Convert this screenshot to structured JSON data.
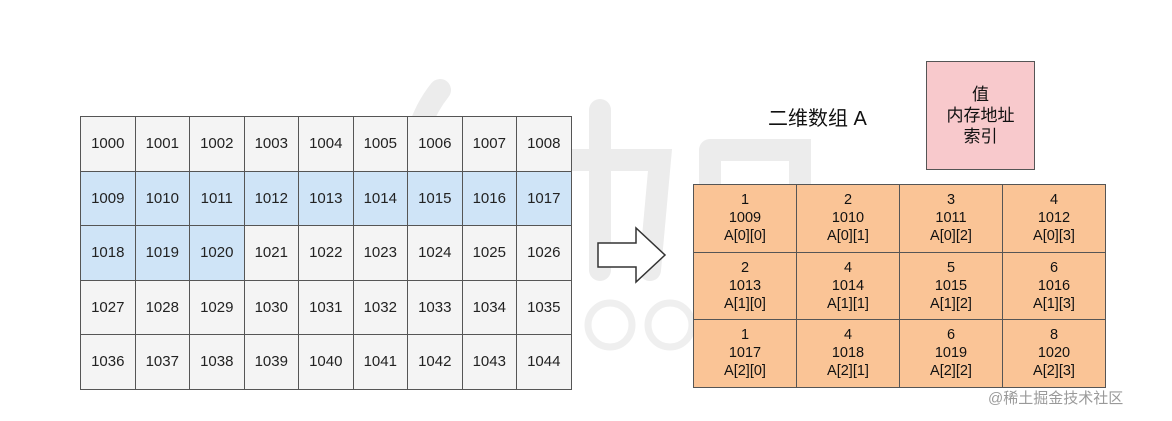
{
  "memory": {
    "cells": [
      "1000",
      "1001",
      "1002",
      "1003",
      "1004",
      "1005",
      "1006",
      "1007",
      "1008",
      "1009",
      "1010",
      "1011",
      "1012",
      "1013",
      "1014",
      "1015",
      "1016",
      "1017",
      "1018",
      "1019",
      "1020",
      "1021",
      "1022",
      "1023",
      "1024",
      "1025",
      "1026",
      "1027",
      "1028",
      "1029",
      "1030",
      "1031",
      "1032",
      "1033",
      "1034",
      "1035",
      "1036",
      "1037",
      "1038",
      "1039",
      "1040",
      "1041",
      "1042",
      "1043",
      "1044"
    ],
    "highlighted": [
      "1009",
      "1010",
      "1011",
      "1012",
      "1013",
      "1014",
      "1015",
      "1016",
      "1017",
      "1018",
      "1019",
      "1020"
    ],
    "colors": {
      "cell": "#f4f4f4",
      "highlight": "#cfe4f7",
      "border": "#555555"
    }
  },
  "array": {
    "title": "二维数组 A",
    "color": "#fac496",
    "cells": [
      {
        "value": "1",
        "address": "1009",
        "index": "A[0][0]"
      },
      {
        "value": "2",
        "address": "1010",
        "index": "A[0][1]"
      },
      {
        "value": "3",
        "address": "1011",
        "index": "A[0][2]"
      },
      {
        "value": "4",
        "address": "1012",
        "index": "A[0][3]"
      },
      {
        "value": "2",
        "address": "1013",
        "index": "A[1][0]"
      },
      {
        "value": "4",
        "address": "1014",
        "index": "A[1][1]"
      },
      {
        "value": "5",
        "address": "1015",
        "index": "A[1][2]"
      },
      {
        "value": "6",
        "address": "1016",
        "index": "A[1][3]"
      },
      {
        "value": "1",
        "address": "1017",
        "index": "A[2][0]"
      },
      {
        "value": "4",
        "address": "1018",
        "index": "A[2][1]"
      },
      {
        "value": "6",
        "address": "1019",
        "index": "A[2][2]"
      },
      {
        "value": "8",
        "address": "1020",
        "index": "A[2][3]"
      }
    ]
  },
  "legend": {
    "line1": "值",
    "line2": "内存地址",
    "line3": "索引",
    "color": "#f8c9cc"
  },
  "credit": "@稀土掘金技术社区"
}
